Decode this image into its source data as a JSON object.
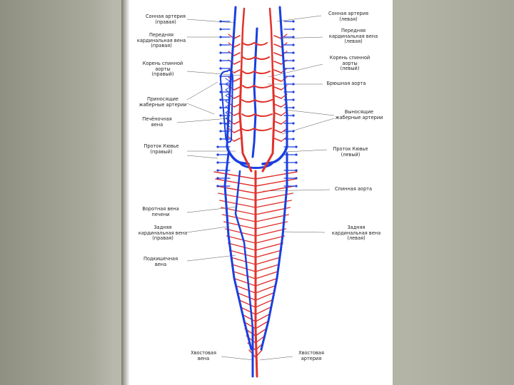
{
  "diagram": {
    "labels_left": [
      {
        "key": "l1",
        "text": "Сонная артерия\n(правая)"
      },
      {
        "key": "l2",
        "text": "Передняя\nкардинальная вена\n(правая)"
      },
      {
        "key": "l3",
        "text": "Корень спинной\nаорты\n(правый)"
      },
      {
        "key": "l4",
        "text": "Приносящие\nжаберные артерии"
      },
      {
        "key": "l5",
        "text": "Печёночная\nвена"
      },
      {
        "key": "l6",
        "text": "Проток Кювье\n(правый)"
      },
      {
        "key": "l7",
        "text": "Воротная вена\nпечени"
      },
      {
        "key": "l8",
        "text": "Задняя\nкардинальная вена\n(правая)"
      },
      {
        "key": "l9",
        "text": "Подкишечная\nвена"
      },
      {
        "key": "l10",
        "text": "Хвостовая\nвена"
      }
    ],
    "labels_right": [
      {
        "key": "r1",
        "text": "Сонная артерия\n(левая)"
      },
      {
        "key": "r2",
        "text": "Передняя\nкардинальная вена\n(левая)"
      },
      {
        "key": "r3",
        "text": "Корень спинной\nаорты\n(левый)"
      },
      {
        "key": "r4",
        "text": "Брюшная аорта"
      },
      {
        "key": "r5",
        "text": "Выносящие\nжаберные артерии"
      },
      {
        "key": "r6",
        "text": "Проток Кювье\n(левый)"
      },
      {
        "key": "r7",
        "text": "Спинная аорта"
      },
      {
        "key": "r8",
        "text": "Задняя\nкардинальная вена\n(левая)"
      },
      {
        "key": "r9",
        "text": "Хвостовая\nартерия"
      }
    ],
    "colors": {
      "artery": "#e0322c",
      "vein": "#1a3fe0",
      "background": "#ffffff"
    }
  }
}
